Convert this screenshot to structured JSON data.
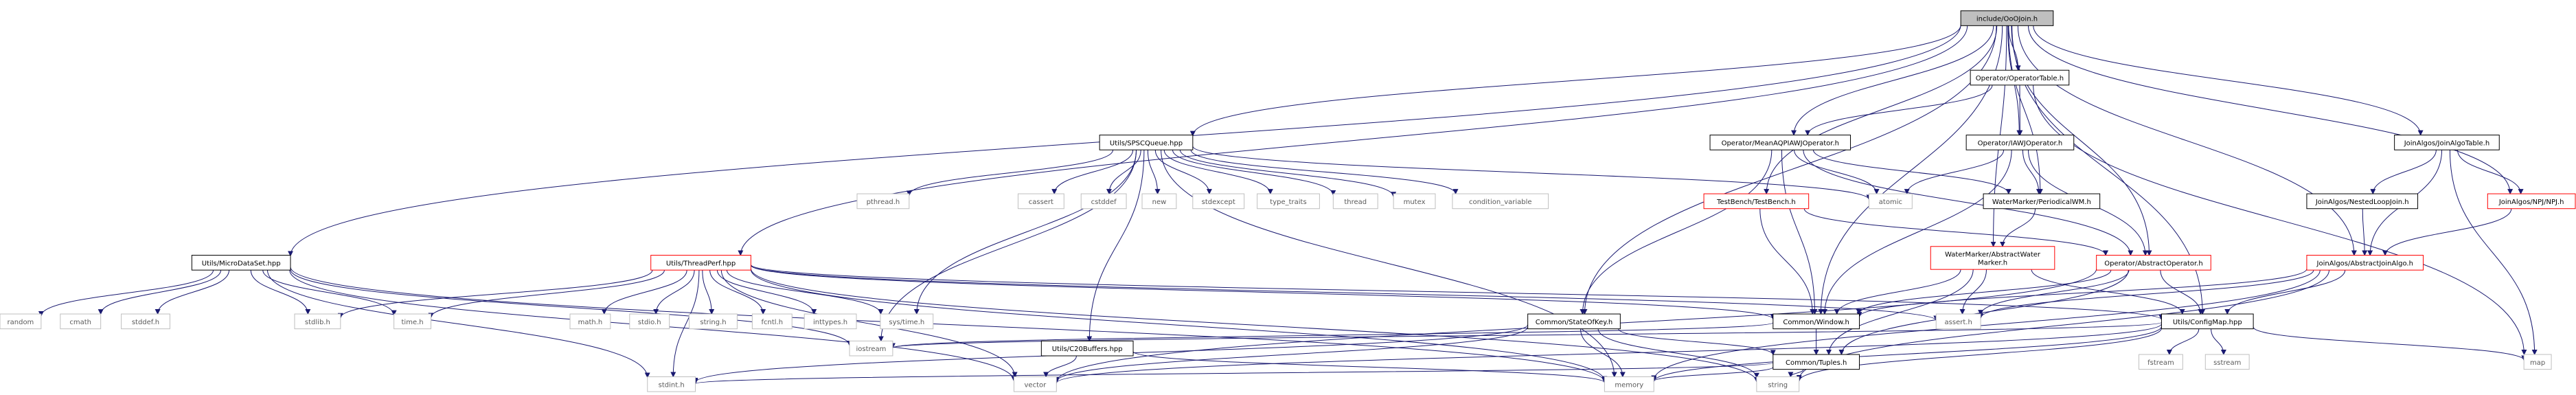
{
  "colors": {
    "edge": "#191970",
    "border_default": "#000000",
    "border_external": "#bfbfbf",
    "border_linked": "#ff0000",
    "fill_root": "#bfbfbf",
    "fill_default": "#ffffff",
    "text_default": "#000000",
    "text_external": "#5a5a5a"
  },
  "nodes": [
    {
      "id": "root",
      "label": "include/OoOJoin.h",
      "kind": "root"
    },
    {
      "id": "optable",
      "label": "Operator/OperatorTable.h",
      "kind": "doc"
    },
    {
      "id": "meanaqp",
      "label": "Operator/MeanAQPIAWJOperator.h",
      "kind": "doc"
    },
    {
      "id": "iawj",
      "label": "Operator/IAWJOperator.h",
      "kind": "doc"
    },
    {
      "id": "joinalgotable",
      "label": "JoinAlgos/JoinAlgoTable.h",
      "kind": "doc"
    },
    {
      "id": "spsc",
      "label": "Utils/SPSCQueue.hpp",
      "kind": "doc"
    },
    {
      "id": "pthread",
      "label": "pthread.h",
      "kind": "ext"
    },
    {
      "id": "cassert",
      "label": "cassert",
      "kind": "ext"
    },
    {
      "id": "cstddef",
      "label": "cstddef",
      "kind": "ext"
    },
    {
      "id": "new",
      "label": "new",
      "kind": "ext"
    },
    {
      "id": "stdexcept",
      "label": "stdexcept",
      "kind": "ext"
    },
    {
      "id": "type_traits",
      "label": "type_traits",
      "kind": "ext"
    },
    {
      "id": "thread",
      "label": "thread",
      "kind": "ext"
    },
    {
      "id": "mutex",
      "label": "mutex",
      "kind": "ext"
    },
    {
      "id": "condvar",
      "label": "condition_variable",
      "kind": "ext"
    },
    {
      "id": "atomic",
      "label": "atomic",
      "kind": "ext"
    },
    {
      "id": "testbench",
      "label": "TestBench/TestBench.h",
      "kind": "linked"
    },
    {
      "id": "periodicwm",
      "label": "WaterMarker/PeriodicalWM.h",
      "kind": "doc"
    },
    {
      "id": "nestedloop",
      "label": "JoinAlgos/NestedLoopJoin.h",
      "kind": "doc"
    },
    {
      "id": "npjnpj",
      "label": "JoinAlgos/NPJ/NPJ.h",
      "kind": "linked"
    },
    {
      "id": "microdataset",
      "label": "Utils/MicroDataSet.hpp",
      "kind": "doc"
    },
    {
      "id": "threadperf",
      "label": "Utils/ThreadPerf.hpp",
      "kind": "linked"
    },
    {
      "id": "abstractwm",
      "label": "WaterMarker/AbstractWater\nMarker.h",
      "kind": "linked"
    },
    {
      "id": "abstractop",
      "label": "Operator/AbstractOperator.h",
      "kind": "linked"
    },
    {
      "id": "abstractjoin",
      "label": "JoinAlgos/AbstractJoinAlgo.h",
      "kind": "linked"
    },
    {
      "id": "random",
      "label": "random",
      "kind": "ext"
    },
    {
      "id": "cmath",
      "label": "cmath",
      "kind": "ext"
    },
    {
      "id": "stddef",
      "label": "stddef.h",
      "kind": "ext"
    },
    {
      "id": "stdlib",
      "label": "stdlib.h",
      "kind": "ext"
    },
    {
      "id": "timeh",
      "label": "time.h",
      "kind": "ext"
    },
    {
      "id": "mathh",
      "label": "math.h",
      "kind": "ext"
    },
    {
      "id": "stdio",
      "label": "stdio.h",
      "kind": "ext"
    },
    {
      "id": "stringh",
      "label": "string.h",
      "kind": "ext"
    },
    {
      "id": "fcntl",
      "label": "fcntl.h",
      "kind": "ext"
    },
    {
      "id": "inttypes",
      "label": "inttypes.h",
      "kind": "ext"
    },
    {
      "id": "systime",
      "label": "sys/time.h",
      "kind": "ext"
    },
    {
      "id": "stateofkey",
      "label": "Common/StateOfKey.h",
      "kind": "doc"
    },
    {
      "id": "window",
      "label": "Common/Window.h",
      "kind": "doc"
    },
    {
      "id": "asserth",
      "label": "assert.h",
      "kind": "ext"
    },
    {
      "id": "configmap",
      "label": "Utils/ConfigMap.hpp",
      "kind": "doc"
    },
    {
      "id": "iostream",
      "label": "iostream",
      "kind": "ext"
    },
    {
      "id": "c20buffers",
      "label": "Utils/C20Buffers.hpp",
      "kind": "doc"
    },
    {
      "id": "tuples",
      "label": "Common/Tuples.h",
      "kind": "doc"
    },
    {
      "id": "fstream",
      "label": "fstream",
      "kind": "ext"
    },
    {
      "id": "sstream",
      "label": "sstream",
      "kind": "ext"
    },
    {
      "id": "map",
      "label": "map",
      "kind": "ext"
    },
    {
      "id": "stdint",
      "label": "stdint.h",
      "kind": "ext"
    },
    {
      "id": "vector",
      "label": "vector",
      "kind": "ext"
    },
    {
      "id": "memory",
      "label": "memory",
      "kind": "ext"
    },
    {
      "id": "string",
      "label": "string",
      "kind": "ext"
    }
  ],
  "edges": [
    [
      "root",
      "optable"
    ],
    [
      "root",
      "meanaqp"
    ],
    [
      "root",
      "iawj"
    ],
    [
      "root",
      "joinalgotable"
    ],
    [
      "root",
      "spsc"
    ],
    [
      "root",
      "testbench"
    ],
    [
      "root",
      "periodicwm"
    ],
    [
      "root",
      "npjnpj"
    ],
    [
      "root",
      "microdataset"
    ],
    [
      "root",
      "threadperf"
    ],
    [
      "root",
      "abstractjoin"
    ],
    [
      "root",
      "abstractop"
    ],
    [
      "root",
      "stateofkey"
    ],
    [
      "root",
      "window"
    ],
    [
      "root",
      "configmap"
    ],
    [
      "root",
      "abstractwm"
    ],
    [
      "optable",
      "meanaqp"
    ],
    [
      "optable",
      "iawj"
    ],
    [
      "optable",
      "map"
    ],
    [
      "meanaqp",
      "atomic"
    ],
    [
      "meanaqp",
      "periodicwm"
    ],
    [
      "meanaqp",
      "abstractop"
    ],
    [
      "meanaqp",
      "window"
    ],
    [
      "meanaqp",
      "stateofkey"
    ],
    [
      "iawj",
      "atomic"
    ],
    [
      "iawj",
      "periodicwm"
    ],
    [
      "iawj",
      "abstractop"
    ],
    [
      "iawj",
      "window"
    ],
    [
      "joinalgotable",
      "nestedloop"
    ],
    [
      "joinalgotable",
      "npjnpj"
    ],
    [
      "joinalgotable",
      "abstractjoin"
    ],
    [
      "joinalgotable",
      "map"
    ],
    [
      "nestedloop",
      "abstractjoin"
    ],
    [
      "npjnpj",
      "abstractjoin"
    ],
    [
      "spsc",
      "pthread"
    ],
    [
      "spsc",
      "cassert"
    ],
    [
      "spsc",
      "cstddef"
    ],
    [
      "spsc",
      "new"
    ],
    [
      "spsc",
      "stdexcept"
    ],
    [
      "spsc",
      "type_traits"
    ],
    [
      "spsc",
      "thread"
    ],
    [
      "spsc",
      "mutex"
    ],
    [
      "spsc",
      "condvar"
    ],
    [
      "spsc",
      "atomic"
    ],
    [
      "spsc",
      "systime"
    ],
    [
      "spsc",
      "iostream"
    ],
    [
      "spsc",
      "memory"
    ],
    [
      "spsc",
      "c20buffers"
    ],
    [
      "testbench",
      "abstractop"
    ],
    [
      "testbench",
      "window"
    ],
    [
      "periodicwm",
      "abstractwm"
    ],
    [
      "abstractwm",
      "window"
    ],
    [
      "abstractwm",
      "asserth"
    ],
    [
      "abstractwm",
      "configmap"
    ],
    [
      "abstractwm",
      "tuples"
    ],
    [
      "abstractop",
      "window"
    ],
    [
      "abstractop",
      "asserth"
    ],
    [
      "abstractop",
      "configmap"
    ],
    [
      "abstractop",
      "tuples"
    ],
    [
      "abstractop",
      "vector"
    ],
    [
      "abstractjoin",
      "window"
    ],
    [
      "abstractjoin",
      "asserth"
    ],
    [
      "abstractjoin",
      "configmap"
    ],
    [
      "abstractjoin",
      "memory"
    ],
    [
      "abstractjoin",
      "string"
    ],
    [
      "microdataset",
      "random"
    ],
    [
      "microdataset",
      "cmath"
    ],
    [
      "microdataset",
      "stddef"
    ],
    [
      "microdataset",
      "stdlib"
    ],
    [
      "microdataset",
      "timeh"
    ],
    [
      "microdataset",
      "iostream"
    ],
    [
      "microdataset",
      "vector"
    ],
    [
      "microdataset",
      "stdint"
    ],
    [
      "microdataset",
      "memory"
    ],
    [
      "threadperf",
      "stdlib"
    ],
    [
      "threadperf",
      "timeh"
    ],
    [
      "threadperf",
      "mathh"
    ],
    [
      "threadperf",
      "stdio"
    ],
    [
      "threadperf",
      "stringh"
    ],
    [
      "threadperf",
      "fcntl"
    ],
    [
      "threadperf",
      "inttypes"
    ],
    [
      "threadperf",
      "systime"
    ],
    [
      "threadperf",
      "asserth"
    ],
    [
      "threadperf",
      "configmap"
    ],
    [
      "threadperf",
      "vector"
    ],
    [
      "threadperf",
      "stdint"
    ],
    [
      "threadperf",
      "memory"
    ],
    [
      "threadperf",
      "string"
    ],
    [
      "threadperf",
      "window"
    ],
    [
      "stateofkey",
      "tuples"
    ],
    [
      "stateofkey",
      "memory"
    ],
    [
      "stateofkey",
      "vector"
    ],
    [
      "stateofkey",
      "stdint"
    ],
    [
      "stateofkey",
      "string"
    ],
    [
      "window",
      "tuples"
    ],
    [
      "window",
      "iostream"
    ],
    [
      "configmap",
      "map"
    ],
    [
      "configmap",
      "fstream"
    ],
    [
      "configmap",
      "sstream"
    ],
    [
      "configmap",
      "iostream"
    ],
    [
      "configmap",
      "string"
    ],
    [
      "configmap",
      "memory"
    ],
    [
      "configmap",
      "vector"
    ],
    [
      "c20buffers",
      "vector"
    ],
    [
      "c20buffers",
      "memory"
    ],
    [
      "tuples",
      "stdint"
    ],
    [
      "tuples",
      "memory"
    ],
    [
      "tuples",
      "string"
    ]
  ]
}
